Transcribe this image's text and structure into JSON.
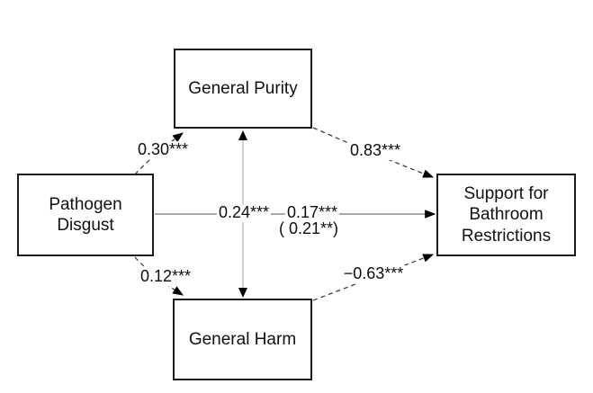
{
  "diagram": {
    "type": "mediation-path-model",
    "background_color": "#ffffff",
    "box_border_color": "#1c1c1c",
    "solid_line_color": "#8c8c8c",
    "covariance_line_color": "#b5b5b5",
    "dashed_line_color": "#3d3d3d",
    "arrowhead_color": "#000000",
    "nodes": {
      "general_purity": {
        "label": "General Purity"
      },
      "pathogen_disgust": {
        "line1": "Pathogen",
        "line2": "Disgust"
      },
      "support_bathroom": {
        "line1": "Support for",
        "line2": "Bathroom",
        "line3": "Restrictions"
      },
      "general_harm": {
        "label": "General Harm"
      }
    },
    "edges": [
      {
        "id": "disgust-to-purity",
        "from": "Pathogen Disgust",
        "to": "General Purity",
        "coefficient": "0.30***",
        "style": "dashed-arrow"
      },
      {
        "id": "purity-to-support",
        "from": "General Purity",
        "to": "Support for Bathroom Restrictions",
        "coefficient": "0.83***",
        "style": "dashed-arrow"
      },
      {
        "id": "disgust-to-support",
        "from": "Pathogen Disgust",
        "to": "Support for Bathroom Restrictions",
        "coefficient_total": "0.24***",
        "coefficient_direct": "0.17***",
        "coefficient_parenthetical": "( 0.21**)",
        "style": "solid-arrow"
      },
      {
        "id": "disgust-to-harm",
        "from": "Pathogen Disgust",
        "to": "General Harm",
        "coefficient": "0.12***",
        "style": "dashed-arrow"
      },
      {
        "id": "harm-to-support",
        "from": "General Harm",
        "to": "Support for Bathroom Restrictions",
        "coefficient": "−0.63***",
        "style": "dashed-arrow"
      },
      {
        "id": "purity-harm-covariance",
        "from": "General Purity",
        "to": "General Harm",
        "coefficient": "",
        "style": "double-headed-arrow"
      }
    ]
  }
}
